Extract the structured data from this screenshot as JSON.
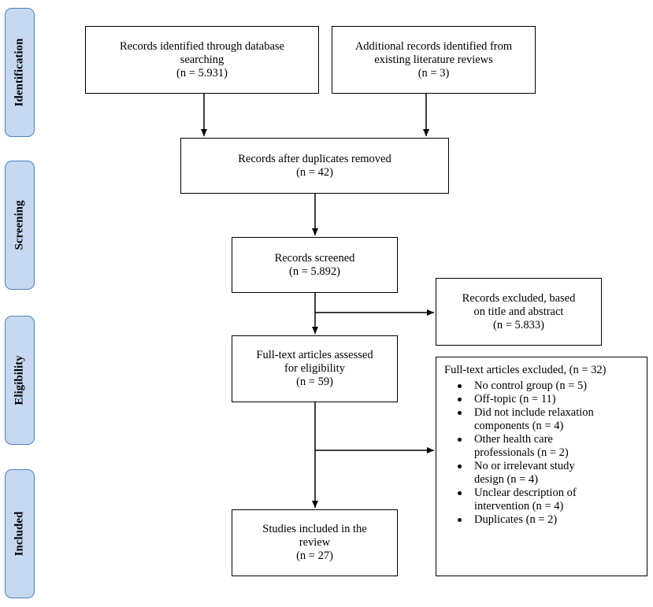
{
  "phases": [
    "Identification",
    "Screening",
    "Eligibility",
    "Included"
  ],
  "boxes": {
    "database": [
      "Records identified through database",
      "searching",
      "(n = 5.931)"
    ],
    "additional": [
      "Additional records identified from",
      "existing literature reviews",
      "(n = 3)"
    ],
    "duplicates": [
      "Records after duplicates removed",
      "(n = 42)"
    ],
    "screened": [
      "Records screened",
      "(n = 5.892)"
    ],
    "excluded_title": [
      "Records excluded, based",
      "on title and abstract",
      "(n = 5.833)"
    ],
    "fulltext": [
      "Full-text articles assessed",
      "for eligibility",
      "(n = 59)"
    ],
    "included": [
      "Studies included in the",
      "review",
      "(n = 27)"
    ]
  },
  "fulltext_excluded": {
    "header": "Full-text articles excluded, (n = 32)",
    "items": [
      [
        "No control group (n = 5)"
      ],
      [
        "Off-topic (n = 11)"
      ],
      [
        "Did not include relaxation",
        "components (n = 4)"
      ],
      [
        "Other health care",
        "professionals (n = 2)"
      ],
      [
        "No or irrelevant study",
        "design (n = 4)"
      ],
      [
        "Unclear description of",
        "intervention (n = 4)"
      ],
      [
        "Duplicates (n = 2)"
      ]
    ]
  }
}
